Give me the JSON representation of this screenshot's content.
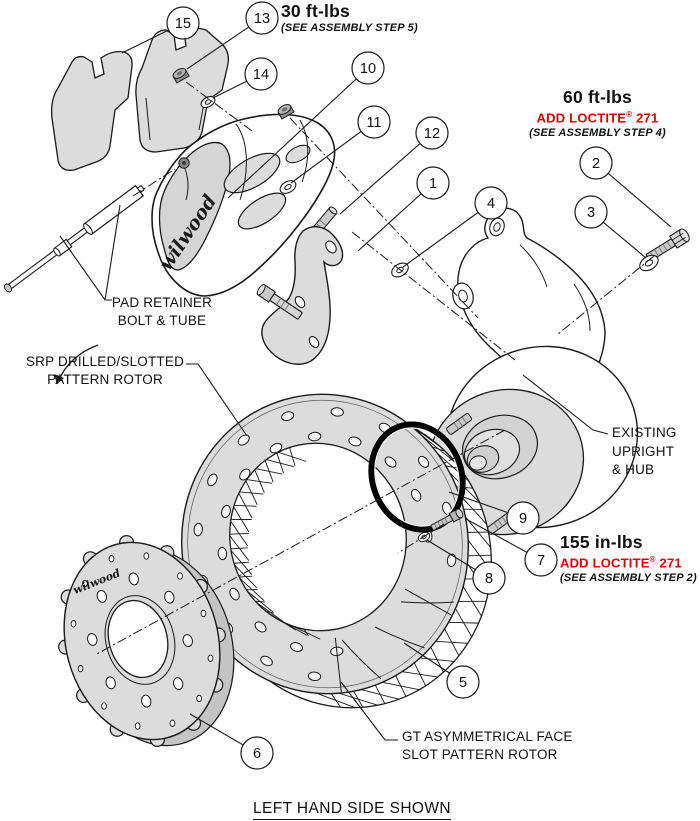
{
  "diagram": {
    "brand_logo": "wilwood",
    "hat_logo": "wilwood",
    "callouts": [
      "1",
      "2",
      "3",
      "4",
      "5",
      "6",
      "7",
      "8",
      "9",
      "10",
      "11",
      "12",
      "13",
      "14",
      "15"
    ],
    "torque_notes": {
      "step5": {
        "value": "30 ft-lbs",
        "note": "(SEE ASSEMBLY STEP 5)"
      },
      "step4": {
        "value": "60 ft-lbs",
        "loctite": "ADD LOCTITE",
        "reg": "®",
        "loctite_num": " 271",
        "note": "(SEE ASSEMBLY STEP 4)"
      },
      "step2": {
        "value": "155 in-lbs",
        "loctite": "ADD LOCTITE",
        "reg": "®",
        "loctite_num": " 271",
        "note": "(SEE ASSEMBLY STEP 2)"
      }
    },
    "labels": {
      "pad_retainer": {
        "line1": "PAD RETAINER",
        "line2": "BOLT & TUBE"
      },
      "srp_rotor": {
        "line1": "SRP DRILLED/SLOTTED",
        "line2": "PATTERN ROTOR"
      },
      "existing_upright": {
        "line1": "EXISTING",
        "line2": "UPRIGHT",
        "line3": "& HUB"
      },
      "gt_rotor": {
        "line1": "GT ASYMMETRICAL FACE",
        "line2": "SLOT PATTERN ROTOR"
      }
    },
    "footer_title": "LEFT HAND SIDE SHOWN",
    "colors": {
      "line": "#1a1a1a",
      "fill_gray": "#dcdcdc",
      "metal_gray": "#c9c9c9",
      "loctite_red": "#e00000",
      "background": "#ffffff"
    }
  }
}
